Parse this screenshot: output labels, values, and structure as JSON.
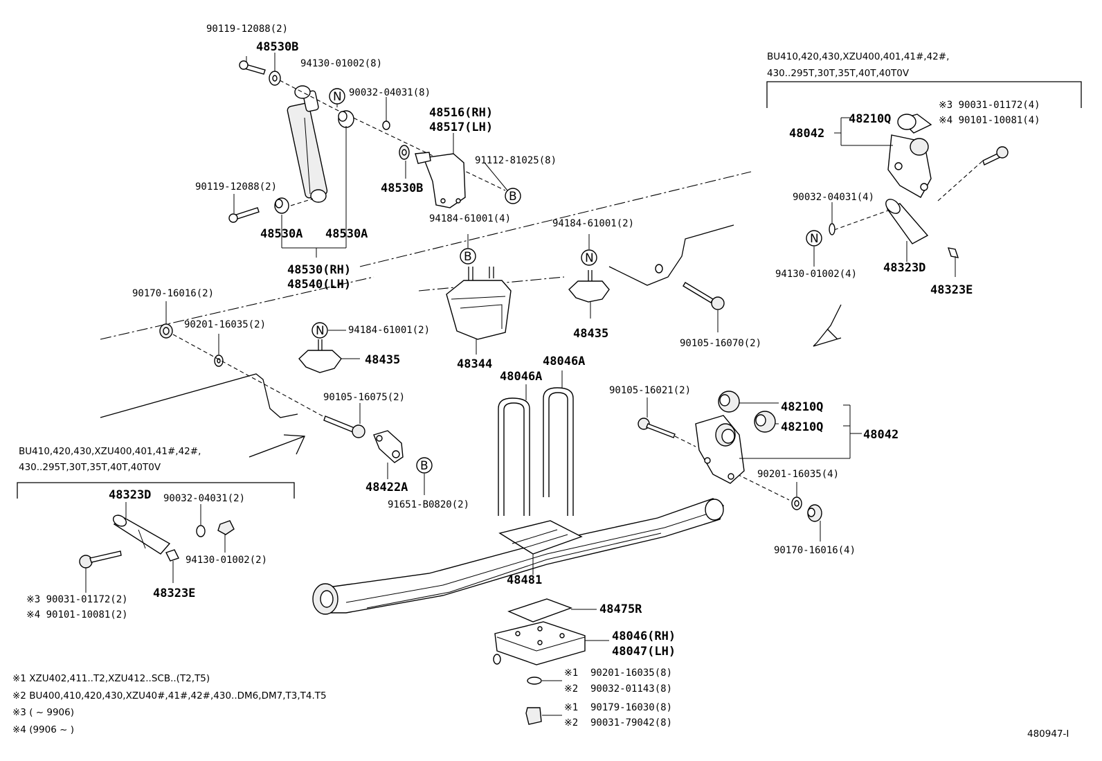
{
  "labels": {
    "p90119_top": "90119-12088(2)",
    "p48530B_top": "48530B",
    "p94130_top": "94130-01002(8)",
    "p90032_top": "90032-04031(8)",
    "p48516": "48516(RH)",
    "p48517": "48517(LH)",
    "p91112": "91112-81025(8)",
    "p48530B_mid": "48530B",
    "p90119_mid": "90119-12088(2)",
    "p48530A_left": "48530A",
    "p48530A_right": "48530A",
    "p94184_a": "94184-61001(4)",
    "p94184_b": "94184-61001(2)",
    "p48530": "48530(RH)",
    "p48540": "48540(LH)",
    "p90170_left": "90170-16016(2)",
    "p90201_left": "90201-16035(2)",
    "p94184_c": "94184-61001(2)",
    "p48435_left": "48435",
    "p48344": "48344",
    "p48435_right": "48435",
    "p90105_16070": "90105-16070(2)",
    "p48046A_1": "48046A",
    "p48046A_2": "48046A",
    "p90105_16075": "90105-16075(2)",
    "p90105_16021": "90105-16021(2)",
    "p48210Q_1": "48210Q",
    "p48210Q_2": "48210Q",
    "p48042_right": "48042",
    "p48422A": "48422A",
    "p91651": "91651-B0820(2)",
    "p90201_right": "90201-16035(4)",
    "p90170_right": "90170-16016(4)",
    "p48481": "48481",
    "p48475R": "48475R",
    "p48046": "48046(RH)",
    "p48047": "48047(LH)",
    "p90201_16035_8": "90201-16035(8)",
    "p90032_01143": "90032-01143(8)",
    "p90179": "90179-16030(8)",
    "p90031_79042": "90031-79042(8)",
    "mk1a": "※1",
    "mk2a": "※2",
    "mk1b": "※1",
    "mk2b": "※2",
    "box_left_line1": "BU410,420,430,XZU400,401,41#,42#,",
    "box_left_line2": "430..295T,30T,35T,40T,40T0V",
    "p48323D_left": "48323D",
    "p90032_box_left": "90032-04031(2)",
    "p94130_box_left": "94130-01002(2)",
    "p48323E_left": "48323E",
    "p90031_left": "※3 90031-01172(2)",
    "p90101_left": "※4 90101-10081(2)",
    "box_right_line1": "BU410,420,430,XZU400,401,41#,42#,",
    "box_right_line2": "430..295T,30T,35T,40T,40T0V",
    "p90031_right": "※3 90031-01172(4)",
    "p90101_right": "※4 90101-10081(4)",
    "p48042_box": "48042",
    "p48210Q_box": "48210Q",
    "p90032_box_right": "90032-04031(4)",
    "p94130_box_right": "94130-01002(4)",
    "p48323D_right": "48323D",
    "p48323E_right": "48323E",
    "note1": "※1 XZU402,411..T2,XZU412..SCB..(T2,T5)",
    "note2": "※2 BU400,410,420,430,XZU40#,41#,42#,430..DM6,DM7,T3,T4.T5",
    "note3": "※3 (      ~ 9906)",
    "note4": "※4 (9906 ~      )",
    "figure_id": "480947-I",
    "circ_N": "N",
    "circ_B": "B"
  }
}
